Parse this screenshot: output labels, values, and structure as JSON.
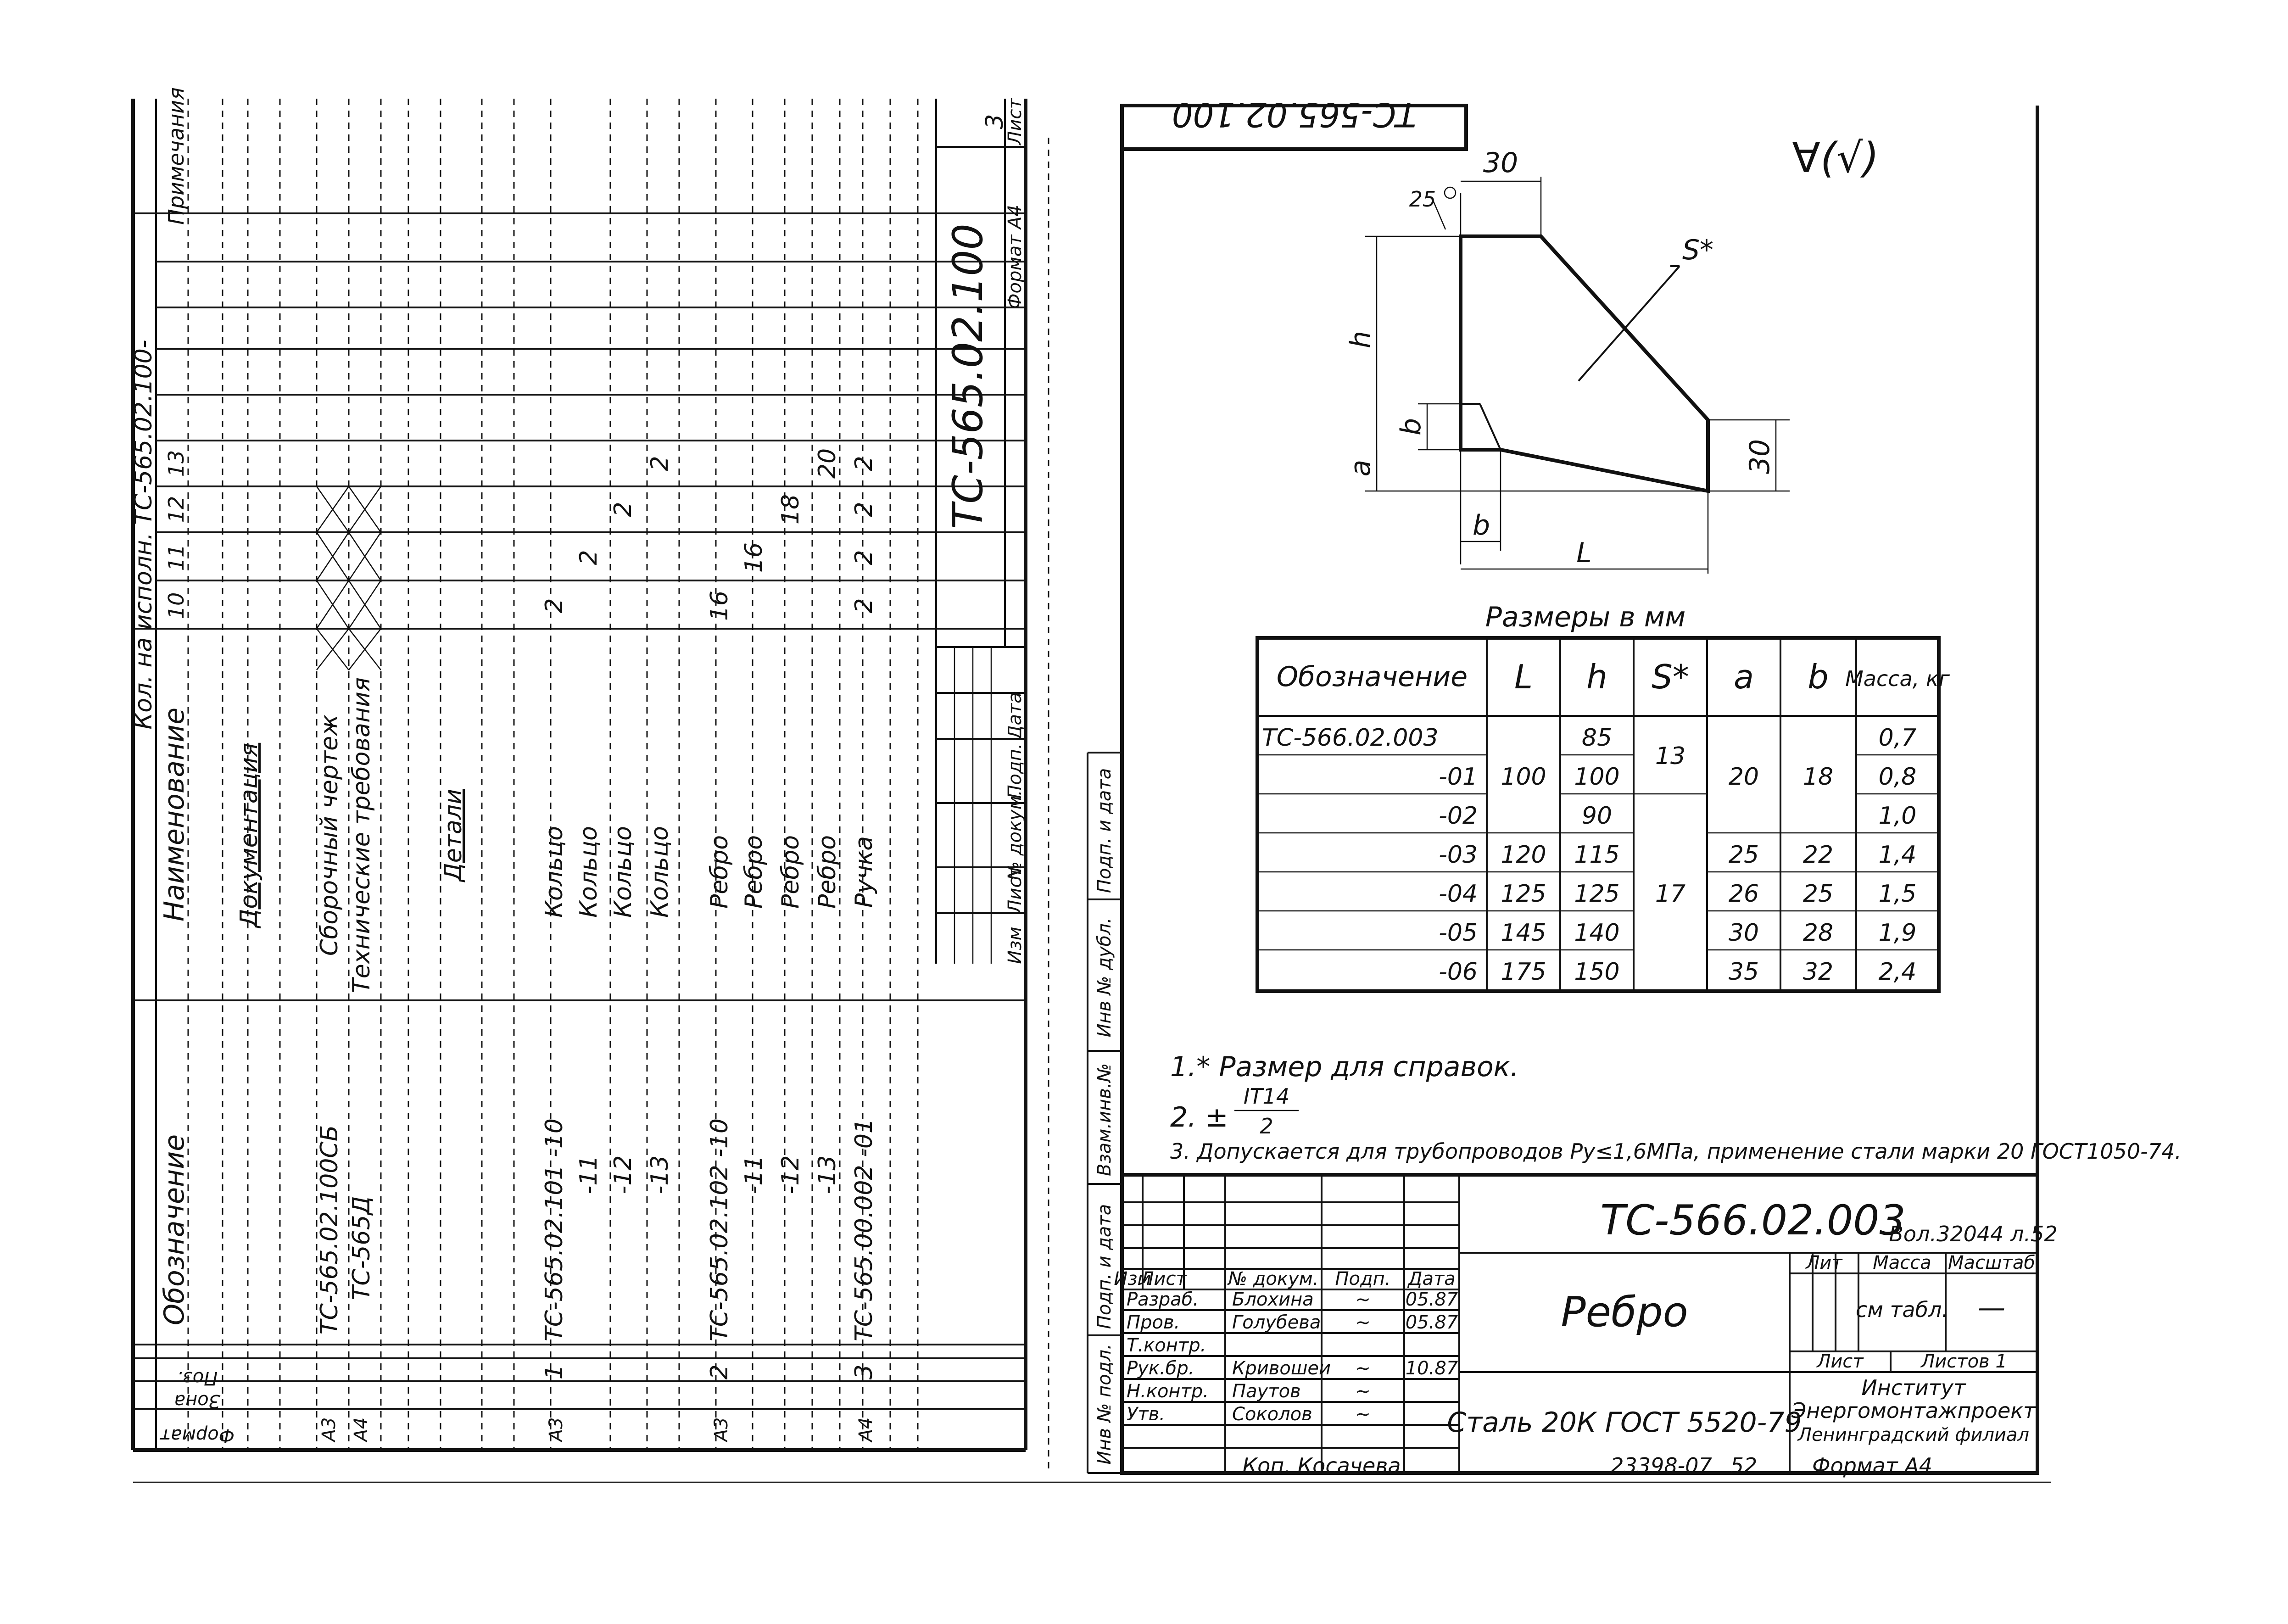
{
  "left_sheet": {
    "code": "ТС-565.02.100",
    "header": {
      "designation": "Обозначение",
      "name": "Наименование",
      "qty_title": "Кол. на исполн. ТС-565.02.100-",
      "variants": [
        "10",
        "11",
        "12",
        "13"
      ],
      "notes": "Примечания",
      "format": "Формат",
      "zone": "Зона",
      "pos": "Поз."
    },
    "rows": [
      {
        "fmt": "",
        "pos": "",
        "designation": "",
        "name": "Документация",
        "q": [
          "",
          "",
          "",
          ""
        ]
      },
      {
        "fmt": "А3",
        "pos": "",
        "designation": "ТС-565.02.100СБ",
        "name": "Сборочный чертеж",
        "q": [
          "",
          "",
          "",
          ""
        ]
      },
      {
        "fmt": "А4",
        "pos": "",
        "designation": "ТС-565Д",
        "name": "Технические требования",
        "q": [
          "",
          "",
          "",
          ""
        ]
      },
      {
        "fmt": "",
        "pos": "",
        "designation": "",
        "name": "Детали",
        "q": [
          "",
          "",
          "",
          ""
        ]
      },
      {
        "fmt": "А3",
        "pos": "1",
        "designation": "ТС-565.02.101  -10",
        "name": "Кольцо",
        "q": [
          "2",
          "",
          "",
          ""
        ]
      },
      {
        "fmt": "",
        "pos": "",
        "designation": "-11",
        "name": "Кольцо",
        "q": [
          "",
          "2",
          "",
          ""
        ]
      },
      {
        "fmt": "",
        "pos": "",
        "designation": "-12",
        "name": "Кольцо",
        "q": [
          "",
          "",
          "2",
          ""
        ]
      },
      {
        "fmt": "",
        "pos": "",
        "designation": "-13",
        "name": "Кольцо",
        "q": [
          "",
          "",
          "",
          "2"
        ]
      },
      {
        "fmt": "А3",
        "pos": "2",
        "designation": "ТС-565.02.102  -10",
        "name": "Ребро",
        "q": [
          "16",
          "",
          "",
          ""
        ]
      },
      {
        "fmt": "",
        "pos": "",
        "designation": "-11",
        "name": "Ребро",
        "q": [
          "",
          "16",
          "",
          ""
        ]
      },
      {
        "fmt": "",
        "pos": "",
        "designation": "-12",
        "name": "Ребро",
        "q": [
          "",
          "",
          "18",
          ""
        ]
      },
      {
        "fmt": "",
        "pos": "",
        "designation": "-13",
        "name": "Ребро",
        "q": [
          "",
          "",
          "",
          "20"
        ]
      },
      {
        "fmt": "А4",
        "pos": "3",
        "designation": "ТС-565.00.002  -01",
        "name": "Ручка",
        "q": [
          "2",
          "2",
          "2",
          "2"
        ]
      }
    ],
    "stamp_cols": [
      "Изм",
      "Лист",
      "№ докум.",
      "Подп.",
      "Дата"
    ],
    "sheet_label": "Лист",
    "sheet_no": "3",
    "format_label": "Формат А4"
  },
  "top_fragment": "ТС-565.02.100",
  "roughness": "∀(√)",
  "drawing": {
    "dims": {
      "top": "30",
      "right": "30",
      "h": "h",
      "a": "a",
      "b_top": "b",
      "b_bottom": "b",
      "L": "L",
      "s": "S*",
      "chamfer": "25"
    }
  },
  "table": {
    "caption": "Размеры в мм",
    "headers": [
      "Обозначение",
      "L",
      "h",
      "S*",
      "a",
      "b",
      "Масса, кг"
    ],
    "rows": [
      {
        "d": "ТС-566.02.003",
        "h": "85",
        "m": "0,7"
      },
      {
        "d": "-01",
        "h": "100",
        "m": "0,8"
      },
      {
        "d": "-02",
        "h": "90",
        "m": "1,0"
      },
      {
        "d": "-03",
        "L": "120",
        "h": "115",
        "a": "25",
        "b": "22",
        "m": "1,4"
      },
      {
        "d": "-04",
        "L": "125",
        "h": "125",
        "a": "26",
        "b": "25",
        "m": "1,5"
      },
      {
        "d": "-05",
        "L": "145",
        "h": "140",
        "a": "30",
        "b": "28",
        "m": "1,9"
      },
      {
        "d": "-06",
        "L": "175",
        "h": "150",
        "a": "35",
        "b": "32",
        "m": "2,4"
      }
    ],
    "merged": {
      "L_0_2": "100",
      "S_0_1": "13",
      "S_2_6": "17",
      "a_0_2": "20",
      "b_0_2": "18"
    }
  },
  "notes": [
    "1.* Размер для справок.",
    "2. ±",
    "IT14",
    "2",
    "3. Допускается для трубопроводов Ру≤1,6МПа, применение стали марки 20 ГОСТ1050-74."
  ],
  "side_labels": [
    "Инв № подл.",
    "Подп. и дата",
    "Взам.инв.№",
    "Инв № дубл.",
    "Подп. и дата"
  ],
  "stamp": {
    "code": "ТС-566.02.003",
    "code_extra": "Вол.32044 л.52",
    "title": "Ребро",
    "material": "Сталь 20К ГОСТ 5520-79",
    "lit": "Лит",
    "mass": "Масса",
    "scale": "Масштаб",
    "mass_val": "см табл.",
    "scale_val": "—",
    "sheet": "Лист",
    "sheets": "Листов 1",
    "org1": "Институт",
    "org2": "Энергомонтажпроект",
    "org3": "Ленинградский филиал",
    "col_heads": [
      "Изм",
      "Лист",
      "№ докум.",
      "Подп.",
      "Дата"
    ],
    "roles": [
      {
        "role": "Разраб.",
        "name": "Блохина",
        "sign": "~",
        "date": "05.87"
      },
      {
        "role": "Пров.",
        "name": "Голубева",
        "sign": "~",
        "date": "05.87"
      },
      {
        "role": "Т.контр.",
        "name": "",
        "sign": "",
        "date": ""
      },
      {
        "role": "Рук.бр.",
        "name": "Кривошеи",
        "sign": "~",
        "date": "10.87"
      },
      {
        "role": "Н.контр.",
        "name": "Паутов",
        "sign": "~",
        "date": ""
      },
      {
        "role": "Утв.",
        "name": "Соколов",
        "sign": "~",
        "date": ""
      }
    ]
  },
  "footer": {
    "kopiroval": "Коп. Косачева",
    "num": "23398-07",
    "page": "52",
    "format": "Формат А4"
  }
}
